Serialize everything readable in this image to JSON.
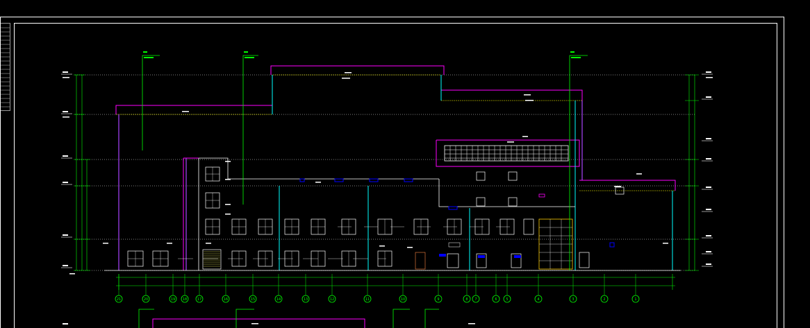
{
  "drawing": {
    "colors": {
      "background": "#000000",
      "frame": "#ffffff",
      "outline": "#ff00ff",
      "grid": "#00ff00",
      "structure": "#00ffff",
      "windows": "#ffffff",
      "accent": "#ffff00",
      "blue": "#0000ff"
    },
    "axis_labels": [
      "21",
      "20",
      "19",
      "18",
      "17",
      "16",
      "15",
      "14",
      "13",
      "12",
      "11",
      "10",
      "9",
      "8",
      "7",
      "6",
      "5",
      "4",
      "3",
      "2",
      "1"
    ]
  }
}
